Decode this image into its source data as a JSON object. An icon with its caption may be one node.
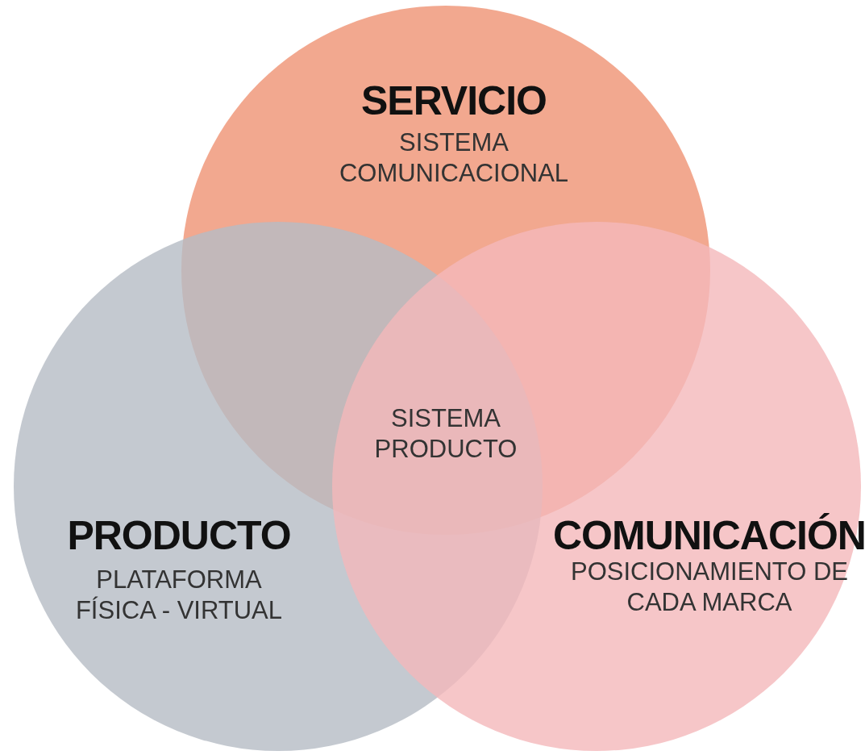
{
  "diagram": {
    "nodes": [
      {
        "text": [
          "SERVICIO",
          "SISTEMA COMUNICACIONAL"
        ]
      },
      {
        "text": [
          "PRODUCTO",
          "PLATAFORMA FÍSICA - VIRTUAL"
        ]
      },
      {
        "text": [
          "COMUNICACIÓN",
          "POSICIONAMIENTO DE CADA MARCA"
        ]
      }
    ],
    "labels": [
      "SISTEMA PRODUCTO"
    ]
  }
}
